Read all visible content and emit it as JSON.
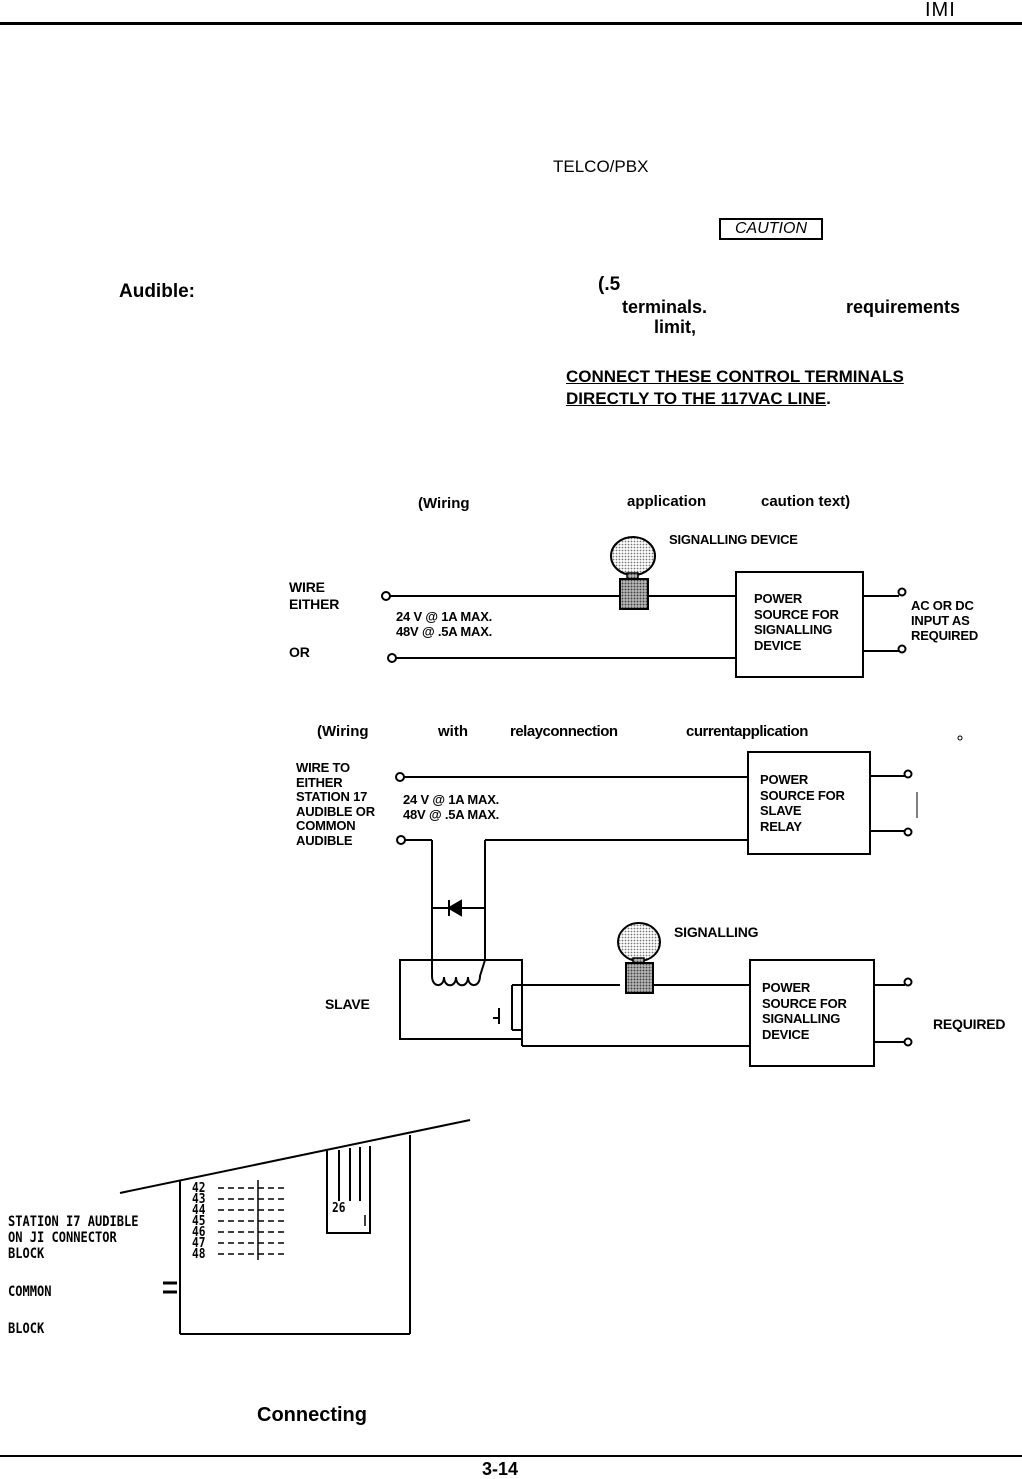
{
  "header": {
    "brand": "IMI"
  },
  "body_text": {
    "telco": "TELCO/PBX",
    "caution_badge": "CAUTION",
    "audible_label": "Audible:",
    "frag_5": "(.5",
    "frag_terminals": "terminals.",
    "frag_requirements": "requirements",
    "frag_limit": "limit,",
    "warning_line1": "CONNECT THESE CONTROL TERMINALS",
    "warning_line2": "DIRECTLY TO THE 117VAC LINE",
    "warning_period": "."
  },
  "diagram1": {
    "caption_wiring": "(Wiring",
    "caption_application": "application",
    "caption_caution": "caution text)",
    "device_label": "SIGNALLING DEVICE",
    "wire_label_1": "WIRE",
    "wire_label_2": "EITHER",
    "or_label": "OR",
    "rating_1": "24 V @ 1A MAX.",
    "rating_2": "48V @ .5A MAX.",
    "power_box_lines": [
      "POWER",
      "SOURCE FOR",
      "SIGNALLING",
      "DEVICE"
    ],
    "input_lines": [
      "AC OR DC",
      "INPUT AS",
      "REQUIRED"
    ]
  },
  "diagram2": {
    "caption_wiring": "(Wiring",
    "caption_with": "with",
    "caption_relay": "relayconnection",
    "caption_current": "currentapplication",
    "wire_lines": [
      "WIRE TO",
      "EITHER",
      "STATION 17",
      "AUDIBLE OR",
      "COMMON",
      "AUDIBLE"
    ],
    "rating_1": "24 V @ 1A MAX.",
    "rating_2": "48V @ .5A MAX.",
    "relay_box_lines": [
      "POWER",
      "SOURCE FOR",
      "SLAVE",
      "RELAY"
    ],
    "device_label": "SIGNALLING",
    "slave_label": "SLAVE",
    "power_box_lines": [
      "POWER",
      "SOURCE FOR",
      "SIGNALLING",
      "DEVICE"
    ],
    "required_label": "REQUIRED"
  },
  "diagram3": {
    "station_lines": [
      "STATION I7 AUDIBLE",
      "ON JI CONNECTOR",
      "BLOCK"
    ],
    "common_label": "COMMON",
    "block_label": "BLOCK",
    "pin_numbers": [
      "42",
      "43",
      "44",
      "45",
      "46",
      "47",
      "48"
    ],
    "connector_label": "26"
  },
  "footer": {
    "caption": "Connecting",
    "page_number": "3-14"
  }
}
